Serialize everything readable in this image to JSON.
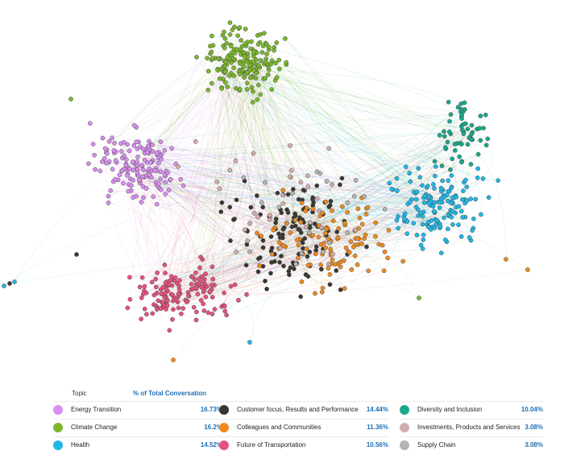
{
  "legend": {
    "header_topic": "Topic",
    "header_pct": "% of Total Conversation",
    "items": [
      {
        "label": "Energy Transition",
        "pct": "16.73%",
        "color": "#d98ef0"
      },
      {
        "label": "Climate Change",
        "pct": "16.2%",
        "color": "#7ab82a"
      },
      {
        "label": "Health",
        "pct": "14.52%",
        "color": "#1fb8e8"
      },
      {
        "label": "Customer focus, Results and Performance",
        "pct": "14.44%",
        "color": "#3a3632"
      },
      {
        "label": "Colleagues and Communities",
        "pct": "11.36%",
        "color": "#f08a1c"
      },
      {
        "label": "Future of Transportation",
        "pct": "10.56%",
        "color": "#e8507e"
      },
      {
        "label": "Diversity and Inclusion",
        "pct": "10.04%",
        "color": "#1aa88a"
      },
      {
        "label": "Investments, Products and Services",
        "pct": "3.08%",
        "color": "#d4aeae"
      },
      {
        "label": "Supply Chain",
        "pct": "3.08%",
        "color": "#b4b4b4"
      }
    ]
  }
}
